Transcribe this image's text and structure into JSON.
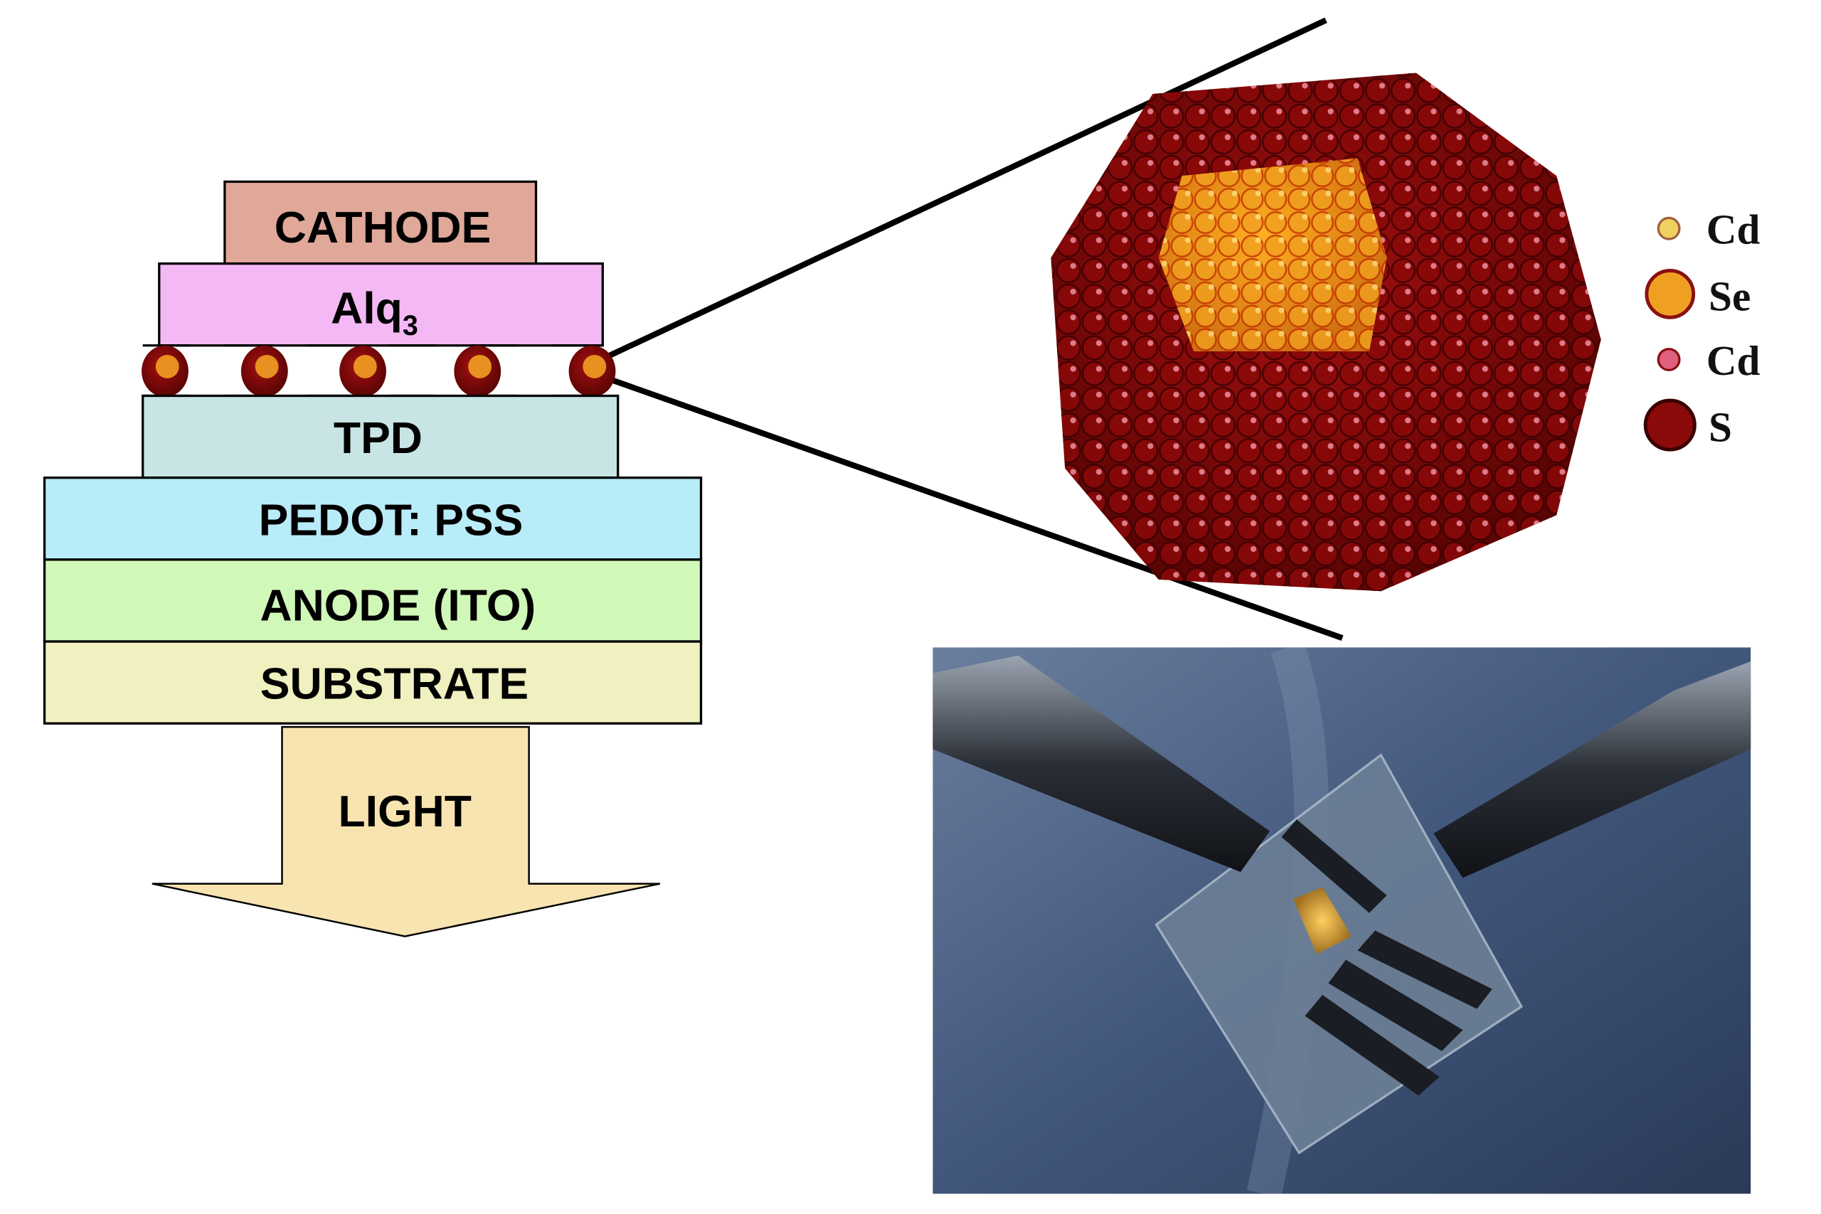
{
  "device_stack": {
    "layers": [
      {
        "label": "CATHODE",
        "color": "#e0a898"
      },
      {
        "label": "Alq",
        "subscript": "3",
        "color": "#f4b8f4"
      },
      {
        "label": "TPD",
        "color": "#c8e4e4"
      },
      {
        "label": "PEDOT: PSS",
        "color": "#b8ecf8"
      },
      {
        "label": "ANODE (ITO)",
        "color": "#d0f8b8"
      },
      {
        "label": "SUBSTRATE",
        "color": "#f0f0c0"
      }
    ],
    "light_arrow": {
      "label": "LIGHT",
      "color": "#f8e4b0"
    }
  },
  "nanocrystal": {
    "shell_color": "#8b0a0a",
    "core_color": "#f0a020",
    "legend": [
      {
        "label": "Cd",
        "color": "#f0d060"
      },
      {
        "label": "Se",
        "color": "#f0a020"
      },
      {
        "label": "Cd",
        "color": "#e06080"
      },
      {
        "label": "S",
        "color": "#8b0a0a"
      }
    ]
  }
}
